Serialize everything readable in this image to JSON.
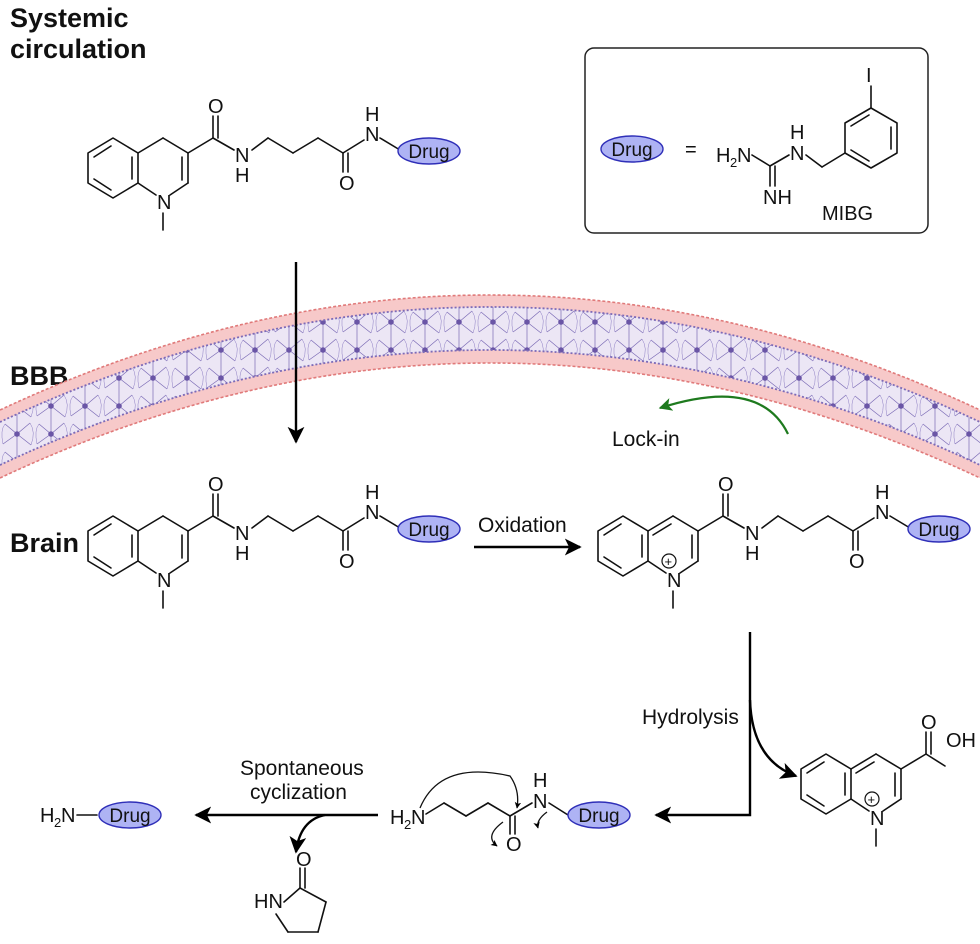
{
  "labels": {
    "systemic_line1": "Systemic",
    "systemic_line2": "circulation",
    "bbb": "BBB",
    "brain": "Brain",
    "oxidation": "Oxidation",
    "lock_in": "Lock-in",
    "hydrolysis": "Hydrolysis",
    "spontaneous_line1": "Spontaneous",
    "spontaneous_line2": "cyclization"
  },
  "drug_label": "Drug",
  "legend": {
    "equals": "=",
    "name": "MIBG",
    "iodine": "I"
  },
  "atoms": {
    "O": "O",
    "N": "N",
    "H": "H",
    "NH": "NH",
    "HN": "HN",
    "OH": "OH",
    "H2N_H": "H",
    "H2N_2": "2",
    "H2N_N": "N",
    "plus": "+"
  },
  "colors": {
    "drug_fill": "#aeb3f4",
    "drug_stroke": "#2f2fb8",
    "vessel_outer": "#f7c9c9",
    "vessel_edge": "#e07a7a",
    "vessel_inner": "#e9e3f3",
    "cell_color": "#6a55a6",
    "lockin_arrow": "#1e7a1e"
  }
}
